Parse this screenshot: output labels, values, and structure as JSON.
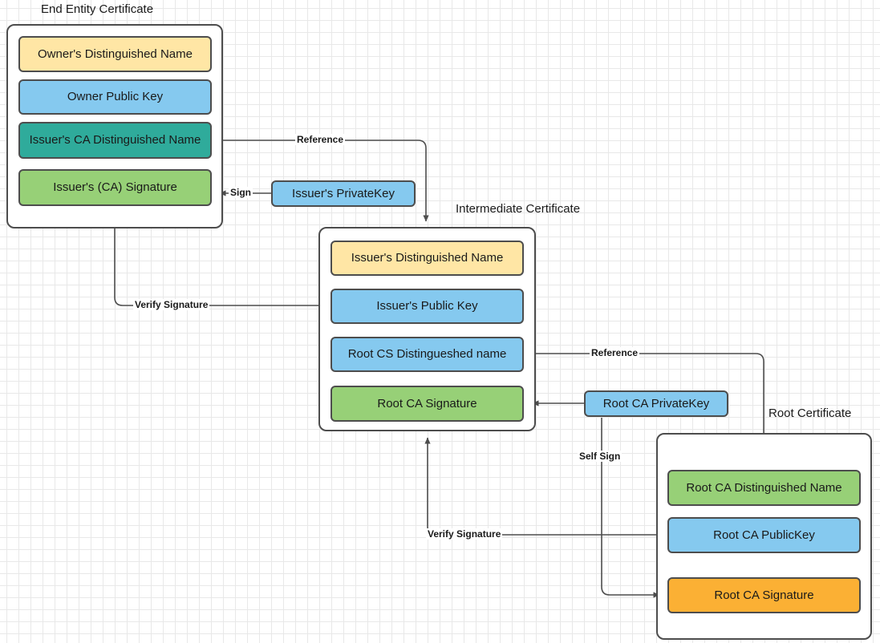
{
  "diagram": {
    "title_captions": [
      {
        "id": "end-entity",
        "text": "End Entity Certificate"
      },
      {
        "id": "intermediate",
        "text": "Intermediate Certificate"
      },
      {
        "id": "root",
        "text": "Root Certificate"
      }
    ]
  },
  "end_entity_certificate": {
    "caption": "End Entity Certificate",
    "fields": [
      {
        "label": "Owner's Distinguished Name",
        "color": "#ffe6a5"
      },
      {
        "label": "Owner Public  Key",
        "color": "#85c9ef"
      },
      {
        "label": "Issuer's CA Distinguished Name",
        "color": "#2fab9b"
      },
      {
        "label": "Issuer's (CA) Signature",
        "color": "#97d077"
      }
    ]
  },
  "intermediate_certificate": {
    "caption": "Intermediate Certificate",
    "fields": [
      {
        "label": "Issuer's Distinguished Name",
        "color": "#ffe6a5"
      },
      {
        "label": "Issuer's Public  Key",
        "color": "#85c9ef"
      },
      {
        "label": "Root CS Distingueshed name",
        "color": "#85c9ef"
      },
      {
        "label": "Root CA Signature",
        "color": "#97d077"
      }
    ]
  },
  "root_certificate": {
    "caption": "Root Certificate",
    "fields": [
      {
        "label": "Root CA Distinguished Name",
        "color": "#97d077"
      },
      {
        "label": "Root CA PublicKey",
        "color": "#85c9ef"
      },
      {
        "label": "Root CA Signature",
        "color": "#fbb034"
      }
    ]
  },
  "keys": [
    {
      "id": "issuer-private-key",
      "label": "Issuer's PrivateKey",
      "color": "#85c9ef"
    },
    {
      "id": "root-ca-private-key",
      "label": "Root CA PrivateKey",
      "color": "#85c9ef"
    }
  ],
  "edges": [
    {
      "id": "reference-1",
      "label": "Reference"
    },
    {
      "id": "sign-1",
      "label": "Sign"
    },
    {
      "id": "verify-signature-1",
      "label": "Verify Signature"
    },
    {
      "id": "reference-2",
      "label": "Reference"
    },
    {
      "id": "self-sign",
      "label": "Self Sign"
    },
    {
      "id": "verify-signature-2",
      "label": "Verify Signature"
    }
  ],
  "colors": {
    "stroke": "#4d4d4d",
    "edge_stroke": "#4d4d4d",
    "text": "#1a1a1a",
    "grid_minor": "#e8e8e8",
    "grid_major": "#d0d0d0",
    "background": "#ffffff"
  }
}
